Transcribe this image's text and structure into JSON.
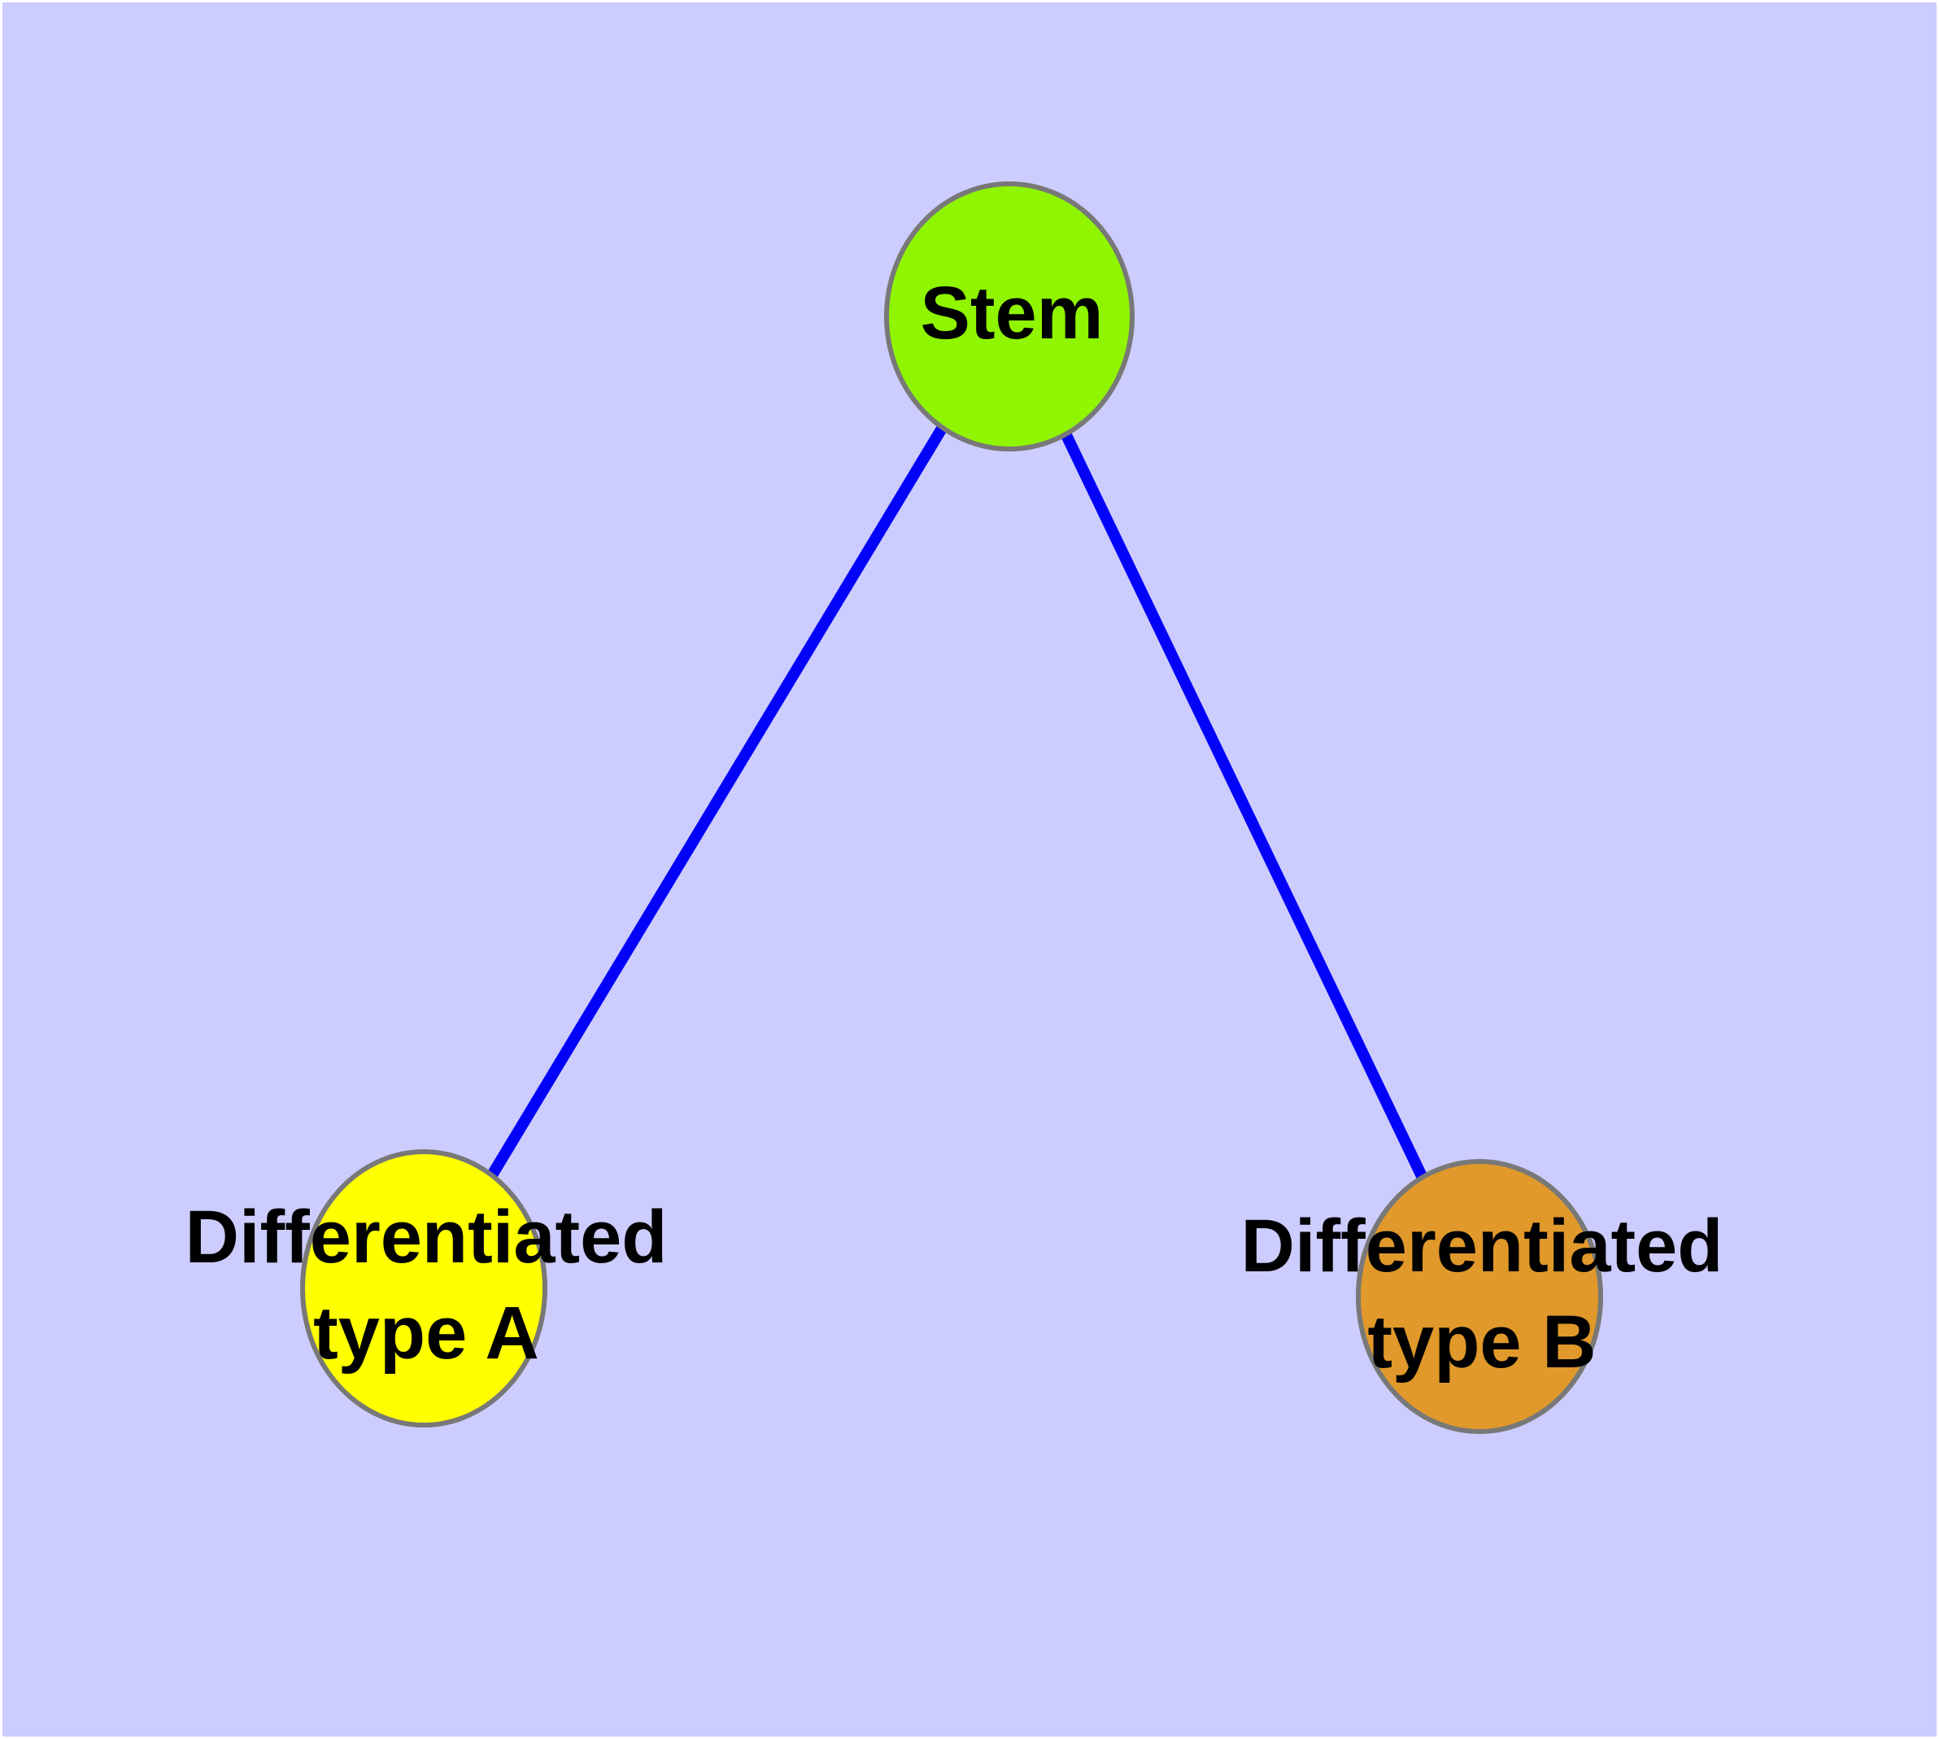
{
  "diagram": {
    "background_color": "#CCCCFF",
    "frame_color": "#FFFFFF",
    "nodes": [
      {
        "id": "stem",
        "label": "Stem",
        "fill": "#8FF500",
        "border": "#787878"
      },
      {
        "id": "diff-a",
        "label": "Differentiated\ntype A",
        "fill": "#FFFF00",
        "border": "#787878"
      },
      {
        "id": "diff-b",
        "label": "Differentiated\ntype B",
        "fill": "#E0992A",
        "border": "#787878"
      }
    ],
    "edges": [
      {
        "from": "stem",
        "to": "diff-a",
        "color": "#0202F8"
      },
      {
        "from": "stem",
        "to": "diff-b",
        "color": "#0202F8"
      }
    ]
  }
}
